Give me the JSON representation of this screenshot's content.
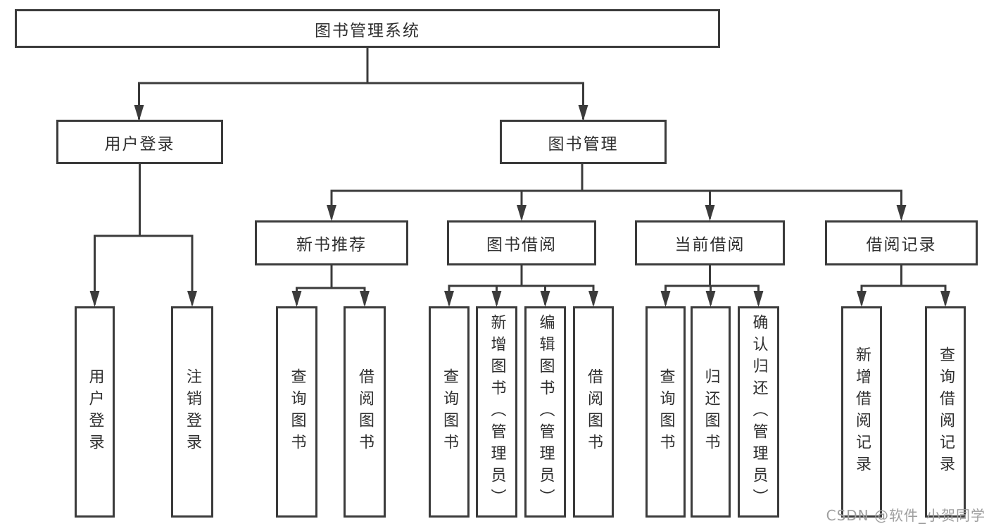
{
  "diagram_type": "hierarchy-tree",
  "nodes": {
    "root": "图书管理系统",
    "user_login": "用户登录",
    "book_mgmt": "图书管理",
    "new_book": "新书推荐",
    "book_borrow": "图书借阅",
    "current_borrow": "当前借阅",
    "borrow_record": "借阅记录",
    "ul_user_login": "用户登录",
    "ul_logout": "注销登录",
    "nb_query_book": "查询图书",
    "nb_borrow_book": "借阅图书",
    "bb_query_book": "查询图书",
    "bb_add_book": "新增图书（管理员）",
    "bb_edit_book": "编辑图书（管理员）",
    "bb_borrow_book": "借阅图书",
    "cb_query_book": "查询图书",
    "cb_return_book": "归还图书",
    "cb_confirm_return": "确认归还（管理员）",
    "br_add_record": "新增借阅记录",
    "br_query_record": "查询借阅记录"
  },
  "hierarchy": {
    "root": [
      "user_login",
      "book_mgmt"
    ],
    "user_login": [
      "ul_user_login",
      "ul_logout"
    ],
    "book_mgmt": [
      "new_book",
      "book_borrow",
      "current_borrow",
      "borrow_record"
    ],
    "new_book": [
      "nb_query_book",
      "nb_borrow_book"
    ],
    "book_borrow": [
      "bb_query_book",
      "bb_add_book",
      "bb_edit_book",
      "bb_borrow_book"
    ],
    "current_borrow": [
      "cb_query_book",
      "cb_return_book",
      "cb_confirm_return"
    ],
    "borrow_record": [
      "br_add_record",
      "br_query_record"
    ]
  },
  "watermark": "CSDN @软件_小贺同学",
  "colors": {
    "line": "#3b3b3b",
    "box_border": "#3b3b3b",
    "text": "#2f2f2f",
    "watermark": "#9e9e9e",
    "background": "#ffffff"
  }
}
